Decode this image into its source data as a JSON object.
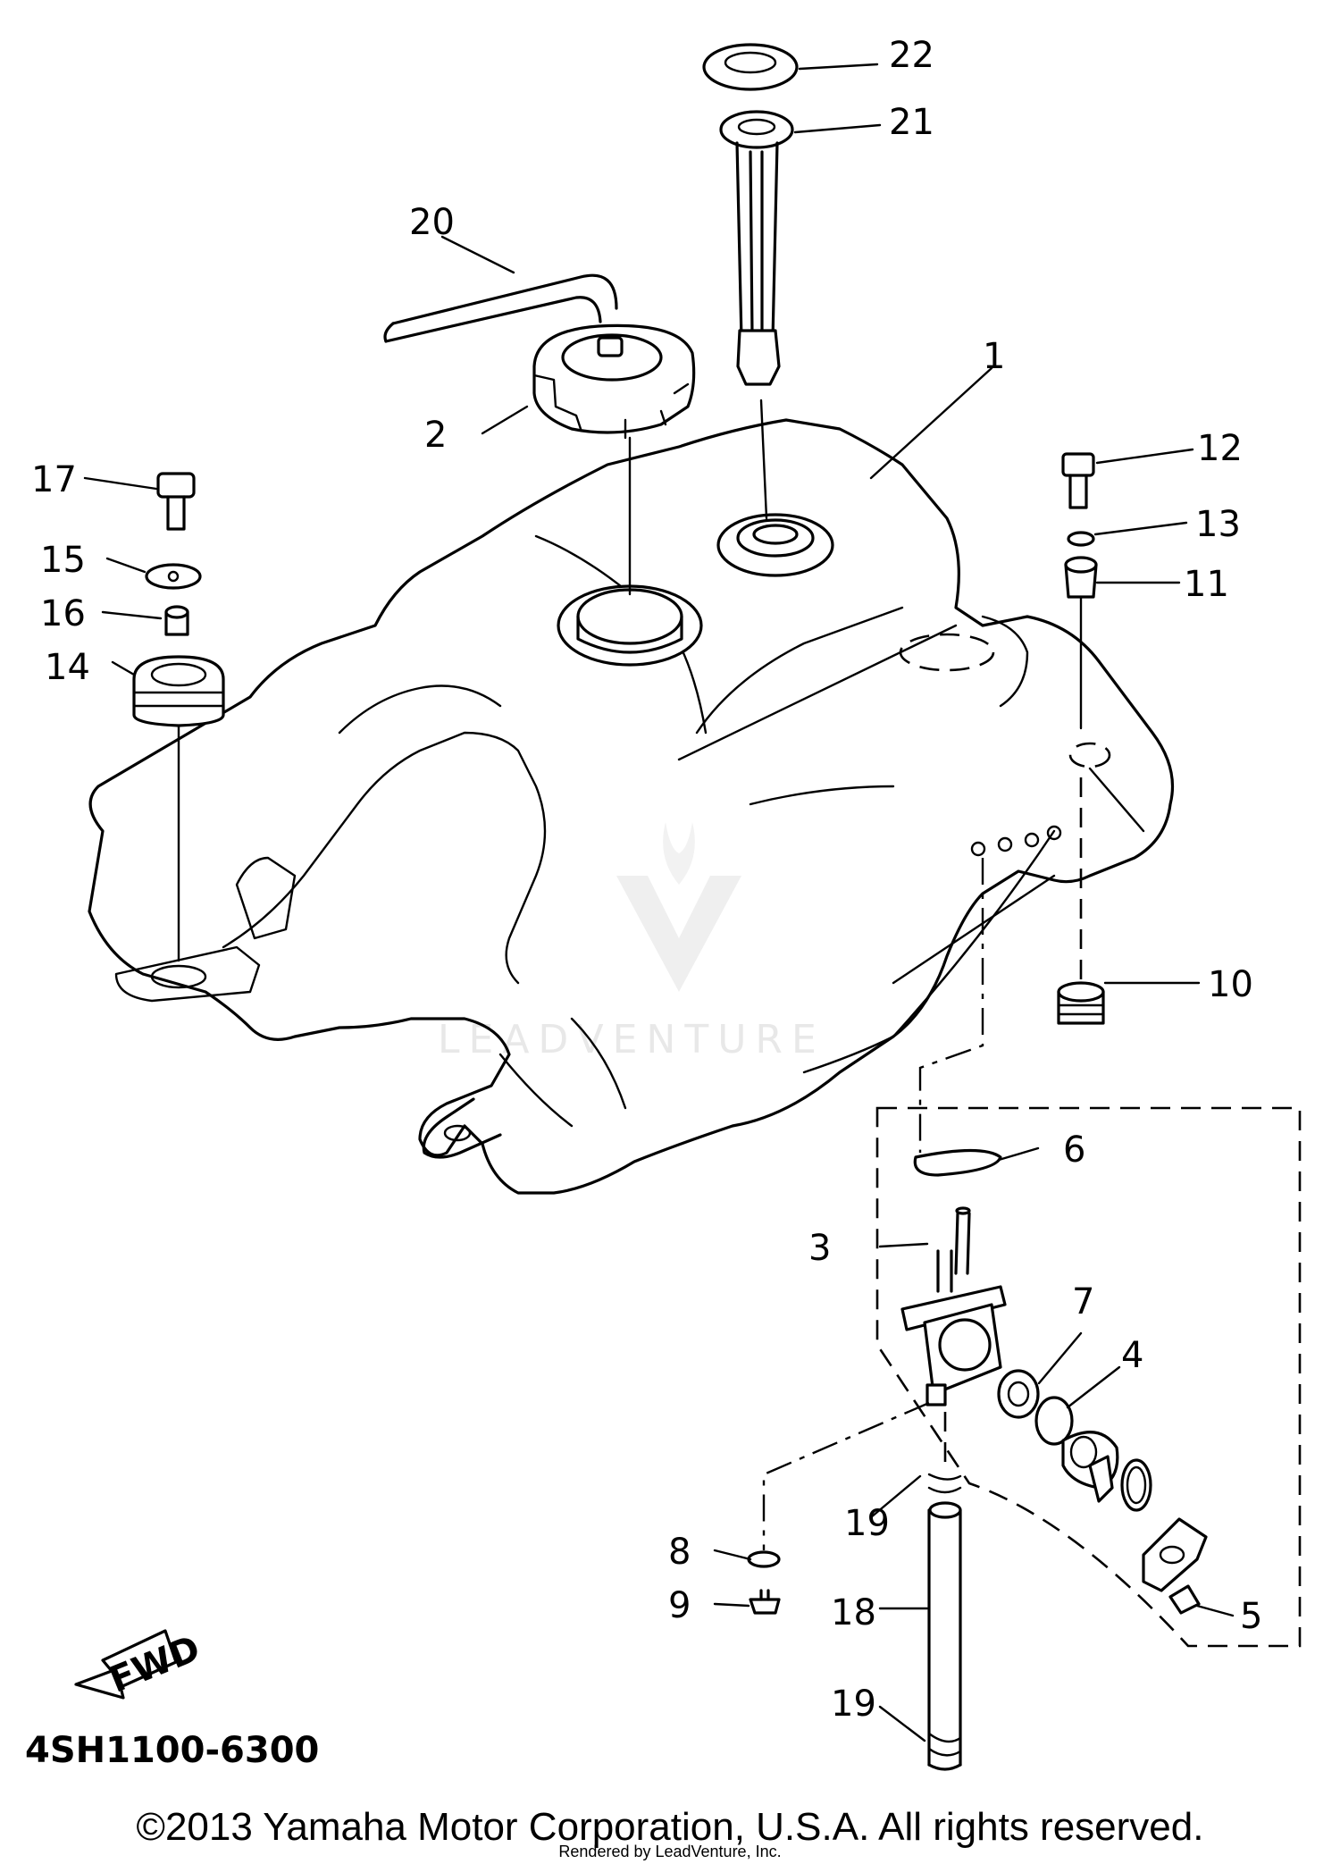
{
  "callouts": {
    "c1": "1",
    "c2": "2",
    "c3": "3",
    "c4": "4",
    "c5": "5",
    "c6": "6",
    "c7": "7",
    "c8": "8",
    "c9": "9",
    "c10": "10",
    "c11": "11",
    "c12": "12",
    "c13": "13",
    "c14": "14",
    "c15": "15",
    "c16": "16",
    "c17": "17",
    "c18": "18",
    "c19a": "19",
    "c19b": "19",
    "c20": "20",
    "c21": "21",
    "c22": "22"
  },
  "fwd_label": "FWD",
  "diagram_code": "4SH1100-6300",
  "watermark": "LEADVENTURE",
  "copyright": "©2013 Yamaha Motor Corporation, U.S.A. All rights reserved.",
  "rendered_by": "Rendered by LeadVenture, Inc."
}
